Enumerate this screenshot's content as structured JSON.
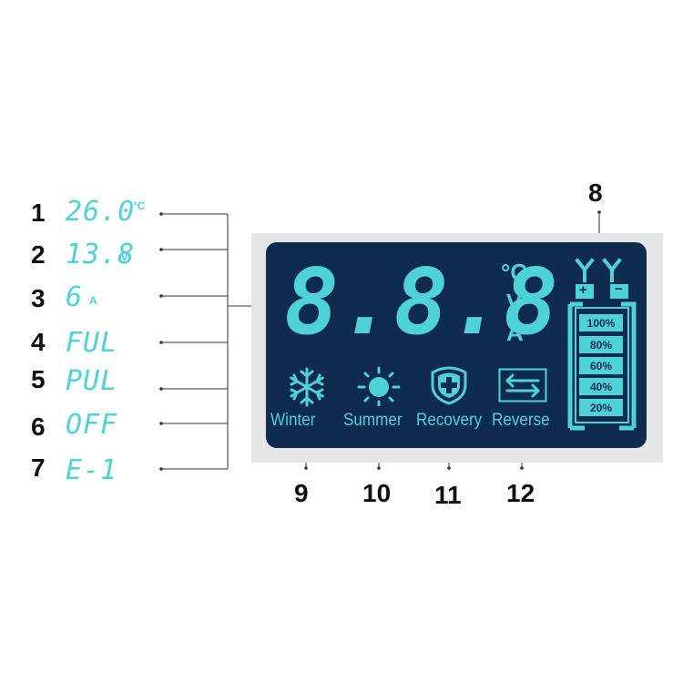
{
  "callouts": [
    "1",
    "2",
    "3",
    "4",
    "5",
    "6",
    "7",
    "8",
    "9",
    "10",
    "11",
    "12"
  ],
  "left_items": [
    {
      "digits": "26.0",
      "unit": "°C"
    },
    {
      "digits": "13.8",
      "unit": "V"
    },
    {
      "digits": "6",
      "unit": "A"
    },
    {
      "digits": "FUL",
      "unit": ""
    },
    {
      "digits": "PUL",
      "unit": ""
    },
    {
      "digits": "OFF",
      "unit": ""
    },
    {
      "digits": "E-1",
      "unit": ""
    }
  ],
  "display": {
    "digits": "8.8.8",
    "units": [
      "°C",
      "V",
      "A"
    ],
    "battery_terminals": [
      "+",
      "−"
    ],
    "battery_levels": [
      "100%",
      "80%",
      "60%",
      "40%",
      "20%"
    ],
    "modes": [
      "Winter",
      "Summer",
      "Recovery",
      "Reverse"
    ]
  },
  "colors": {
    "segment": "#4fd1d9",
    "lcd_background": "#0f2b4d",
    "frame": "#e4e6e8"
  },
  "icons": [
    "snowflake-icon",
    "sun-icon",
    "shield-cross-icon",
    "reverse-arrows-icon",
    "battery-icon",
    "battery-clamp-icon"
  ]
}
